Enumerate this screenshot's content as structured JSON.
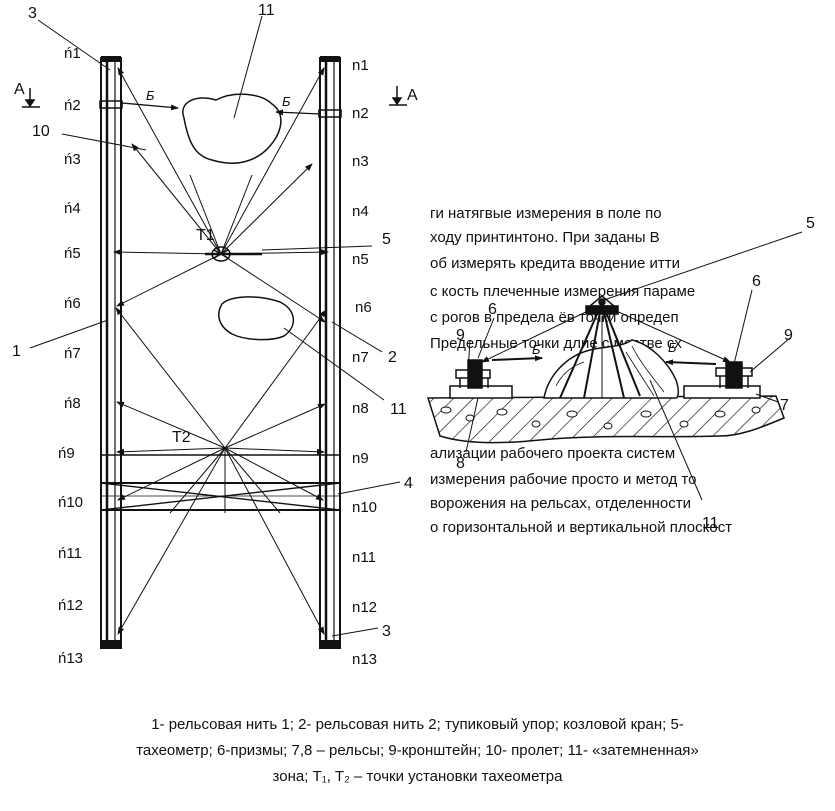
{
  "plan": {
    "left_points": [
      "ń1",
      "ń2",
      "ń3",
      "ń4",
      "ń5",
      "ń6",
      "ń7",
      "ń8",
      "ń9",
      "ń10",
      "ń11",
      "ń12",
      "ń13"
    ],
    "right_points": [
      "n1",
      "n2",
      "n3",
      "n4",
      "n5",
      "n6",
      "n7",
      "n8",
      "n9",
      "n10",
      "n11",
      "n12",
      "n13"
    ],
    "section_label": "A",
    "beam_label": "Б",
    "station_t1": "T1",
    "station_t2": "T2",
    "callouts": {
      "c1": "1",
      "c2": "2",
      "c3_top": "3",
      "c3_bottom": "3",
      "c4": "4",
      "c5": "5",
      "c10": "10",
      "c11_top": "11",
      "c11_mid": "11"
    }
  },
  "section": {
    "callouts": {
      "c5": "5",
      "c6_left": "6",
      "c6_right": "6",
      "c9_left": "9",
      "c9_right": "9",
      "c7": "7",
      "c8": "8",
      "c11": "11"
    },
    "beam_label": "Б"
  },
  "background_text": [
    "ги натягвые измерения в поле по",
    "ходу принтинтоно. При заданы В",
    "об измерять кредита вводение итти",
    "с кость плеченные измерения параме",
    "с рогов в предела ёв точки опредеп",
    "Предельные точки длие с мостве сх",
    "",
    "",
    "",
    "",
    "ализации рабочего проекта систем",
    "измерения рабочие просто и метод то",
    "ворожения на рельсах, отделенности",
    "о горизонтальной и вертикальной плоскост"
  ],
  "caption": {
    "line1": "1-   рельсовая нить 1; 2- рельсовая нить 2; тупиковый упор; козловой кран; 5-",
    "line2": "тахеометр; 6-призмы; 7,8 – рельсы; 9-кронштейн; 10- пролет; 11- «затемненная»",
    "line3": "зона; T₁, T₂ – точки установки тахеометра"
  }
}
